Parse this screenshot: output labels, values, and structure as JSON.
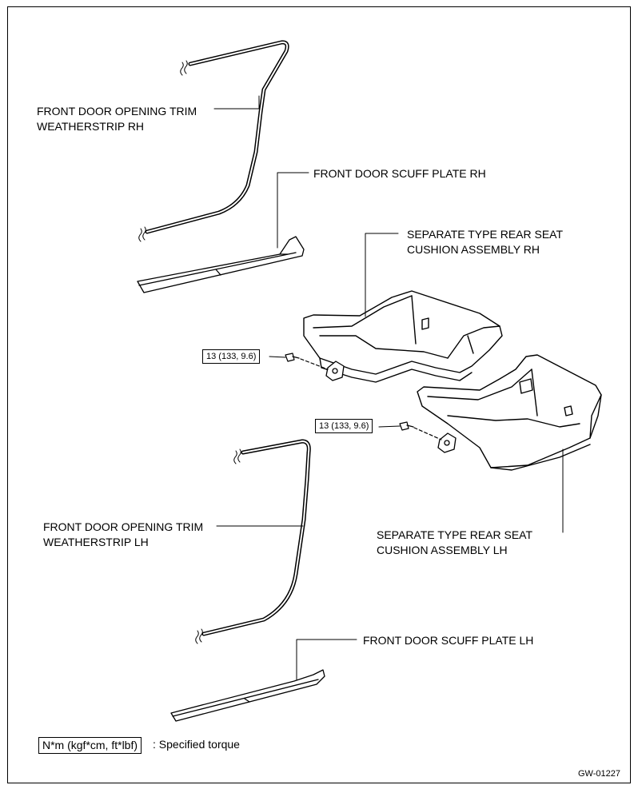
{
  "labels": {
    "weatherstrip_rh": "FRONT DOOR OPENING TRIM\nWEATHERSTRIP RH",
    "scuff_rh": "FRONT DOOR SCUFF PLATE RH",
    "cushion_rh": "SEPARATE TYPE REAR SEAT\nCUSHION ASSEMBLY RH",
    "cushion_lh": "SEPARATE TYPE REAR SEAT\nCUSHION ASSEMBLY LH",
    "weatherstrip_lh": "FRONT DOOR OPENING TRIM\nWEATHERSTRIP LH",
    "scuff_lh": "FRONT DOOR SCUFF PLATE LH"
  },
  "torque": {
    "rh_value": "13 (133, 9.6)",
    "lh_value": "13 (133, 9.6)"
  },
  "legend": {
    "unit": "N*m (kgf*cm, ft*lbf)",
    "description": ": Specified torque"
  },
  "figure_code": "GW-01227"
}
